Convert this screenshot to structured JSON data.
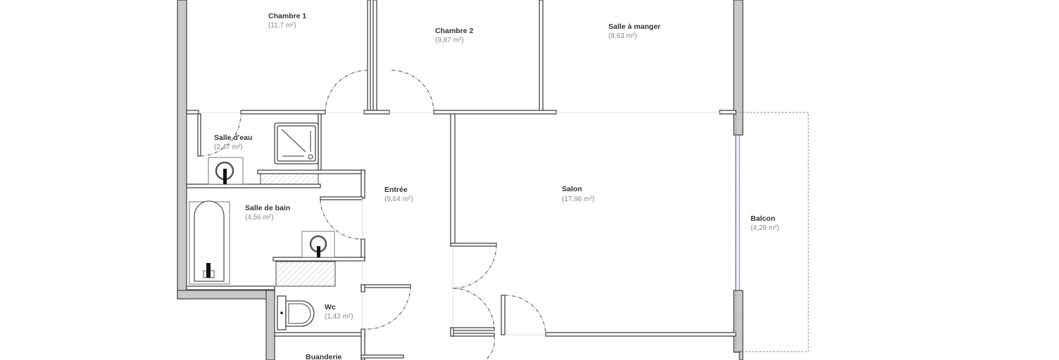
{
  "rooms": [
    {
      "name": "Chambre 1",
      "area": "(11,7 m²)"
    },
    {
      "name": "Chambre 2",
      "area": "(9,87 m²)"
    },
    {
      "name": "Salle à manger",
      "area": "(9,63 m²)"
    },
    {
      "name": "Salle d'eau",
      "area": "(2,47 m²)"
    },
    {
      "name": "Entrée",
      "area": "(9,64 m²)"
    },
    {
      "name": "Salon",
      "area": "(17,96 m²)"
    },
    {
      "name": "Balcon",
      "area": "(4,29 m²)"
    },
    {
      "name": "Salle de bain",
      "area": "(4,56 m²)"
    },
    {
      "name": "Wc",
      "area": "(1,42 m²)"
    },
    {
      "name": "Buanderie"
    }
  ]
}
